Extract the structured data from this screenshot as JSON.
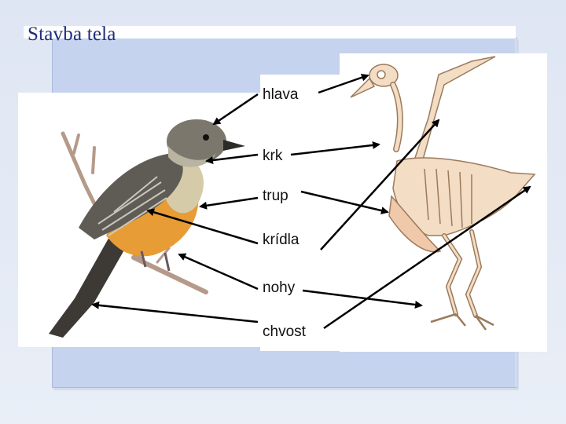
{
  "slide": {
    "title": "Stavba tela"
  },
  "labels": {
    "head": "hlava",
    "neck": "krk",
    "body": "trup",
    "wings": "krídla",
    "legs": "nohy",
    "tail": "chvost"
  },
  "colors": {
    "title": "#1f2d7a",
    "panel": "#c5d3ee",
    "bone": "#f3ddc4",
    "bone_outline": "#9b7a5c",
    "breast": "#e89c36",
    "bird_grey": "#6d6a61"
  }
}
